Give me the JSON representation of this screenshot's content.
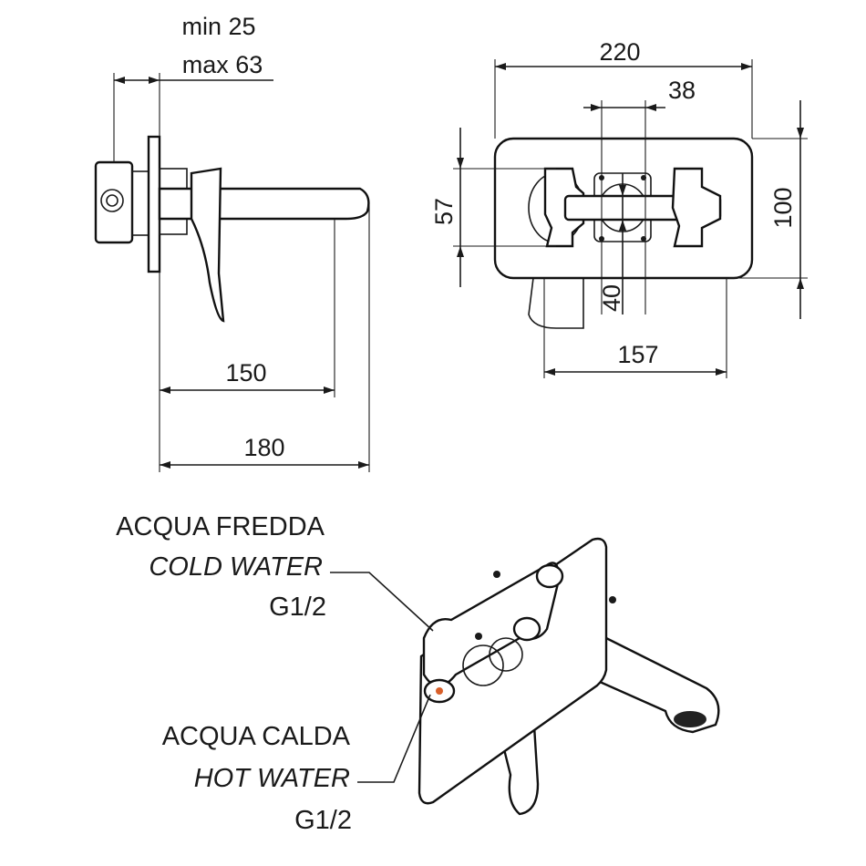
{
  "dimensions": {
    "wall_min": "min 25",
    "wall_max": "max 63",
    "plate_width": "220",
    "inlet_spacing": "38",
    "height_57": "57",
    "plate_height": "100",
    "offset_40": "40",
    "length_157": "157",
    "spout_150": "150",
    "spout_180": "180"
  },
  "labels": {
    "cold_it": "ACQUA FREDDA",
    "cold_en": "COLD WATER",
    "cold_thread": "G1/2",
    "hot_it": "ACQUA CALDA",
    "hot_en": "HOT WATER",
    "hot_thread": "G1/2"
  },
  "colors": {
    "line": "#1a1a1a",
    "hot_marker": "#d9602a"
  }
}
